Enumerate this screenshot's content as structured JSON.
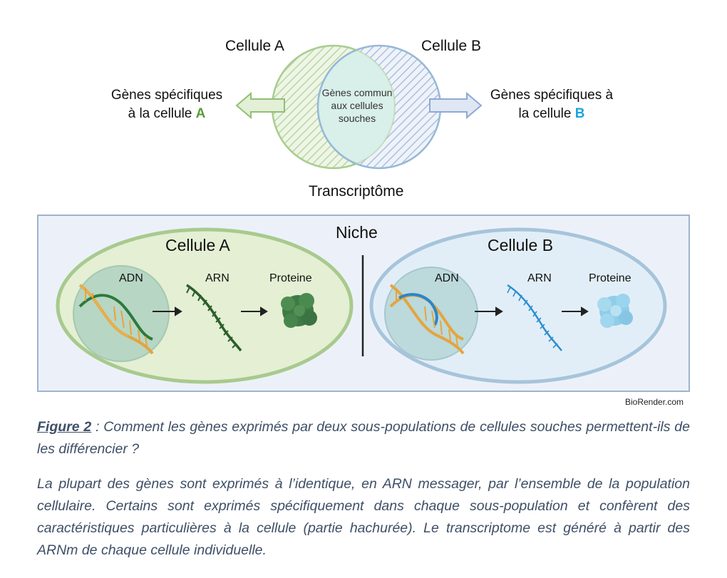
{
  "venn": {
    "cell_a_label": "Cellule A",
    "cell_b_label": "Cellule B",
    "center_lines": [
      "Gènes commun",
      "aux cellules",
      "souches"
    ],
    "left_text_line1": "Gènes spécifiques",
    "left_text_line2_prefix": "à la cellule ",
    "left_text_line2_letter": "A",
    "right_text_line1": "Gènes spécifiques à",
    "right_text_line2_prefix": "la cellule ",
    "right_text_line2_letter": "B",
    "bottom_label": "Transcriptôme",
    "colors": {
      "green": "#5b9a3c",
      "blue": "#1aa3e0"
    }
  },
  "niche": {
    "title": "Niche",
    "cell_a": {
      "title": "Cellule A",
      "dna": "ADN",
      "rna": "ARN",
      "protein": "Proteine"
    },
    "cell_b": {
      "title": "Cellule B",
      "dna": "ADN",
      "rna": "ARN",
      "protein": "Proteine"
    }
  },
  "credit": "BioRender.com",
  "caption": {
    "figure_label": "Figure 2",
    "title_rest": " : Comment les gènes exprimés par deux sous-populations de cellules souches permettent-ils de les différencier ?",
    "body": "La plupart des gènes sont exprimés à l’identique, en ARN messager, par l’ensemble de la population cellulaire. Certains sont exprimés spécifiquement dans chaque sous-population et confèrent des caractéristiques particulières à la cellule (partie hachurée). Le transcriptome est généré à partir des ARNm de chaque cellule individuelle."
  }
}
